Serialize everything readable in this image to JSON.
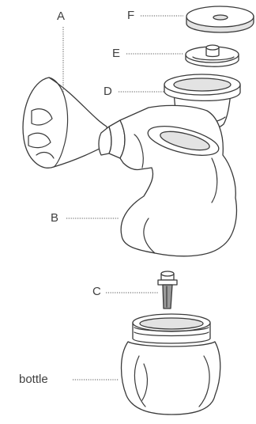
{
  "labels": {
    "a": "A",
    "b": "B",
    "c": "C",
    "d": "D",
    "e": "E",
    "f": "F",
    "bottle": "bottle"
  },
  "colors": {
    "line": "#3a3a3a",
    "fill": "#ffffff",
    "shade": "#e3e3e3"
  }
}
